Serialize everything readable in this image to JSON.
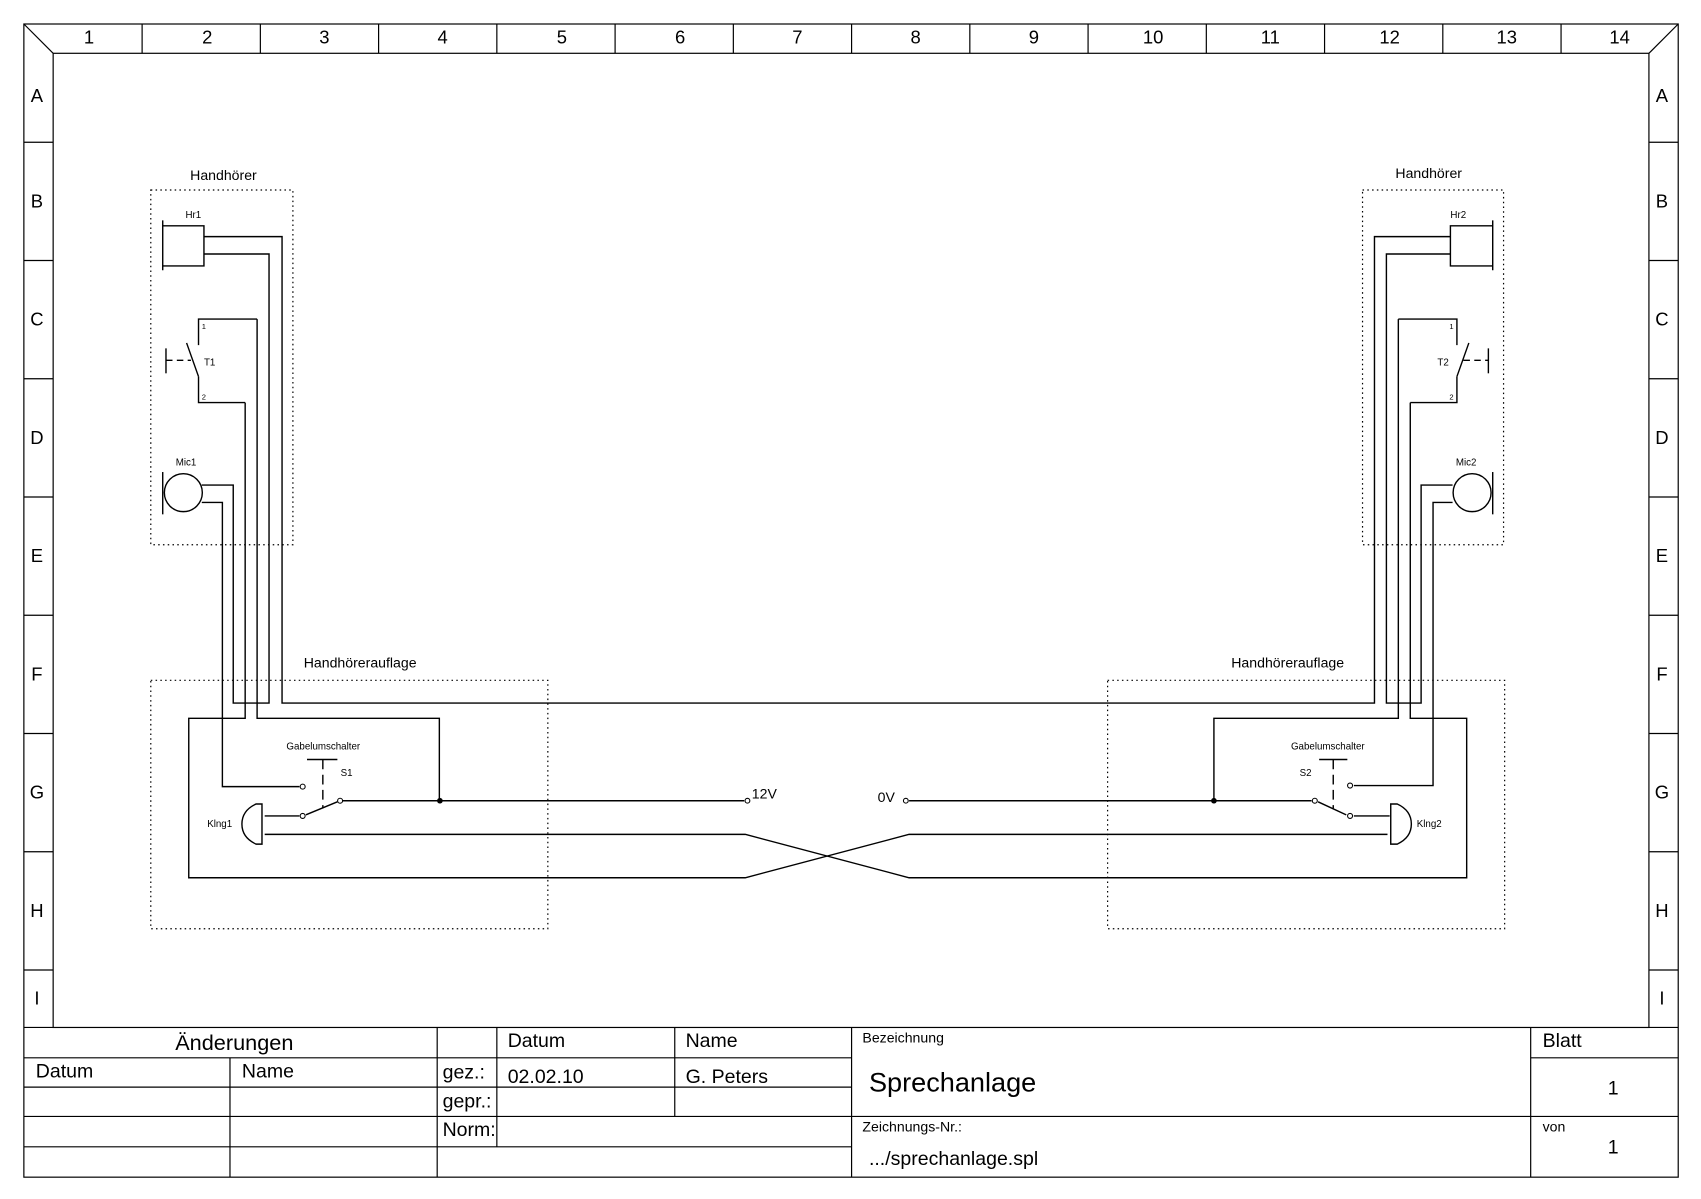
{
  "frame": {
    "columns": [
      "1",
      "2",
      "3",
      "4",
      "5",
      "6",
      "7",
      "8",
      "9",
      "10",
      "11",
      "12",
      "13",
      "14"
    ],
    "rows": [
      "A",
      "B",
      "C",
      "D",
      "E",
      "F",
      "G",
      "H",
      "I"
    ]
  },
  "schematic": {
    "left_handset": {
      "group_label": "Handhörer",
      "receiver": "Hr1",
      "button": "T1",
      "pin1": "1",
      "pin2": "2",
      "microphone": "Mic1"
    },
    "right_handset": {
      "group_label": "Handhörer",
      "receiver": "Hr2",
      "button": "T2",
      "pin1": "1",
      "pin2": "2",
      "microphone": "Mic2"
    },
    "left_cradle": {
      "group_label": "Handhörerauflage",
      "switch_label": "Gabelumschalter",
      "switch": "S1",
      "bell": "Klng1"
    },
    "right_cradle": {
      "group_label": "Handhörerauflage",
      "switch_label": "Gabelumschalter",
      "switch": "S2",
      "bell": "Klng2"
    },
    "supply_positive": "12V",
    "supply_ground": "0V"
  },
  "title_block": {
    "changes_header": "Änderungen",
    "changes_date": "Datum",
    "changes_name": "Name",
    "date_header": "Datum",
    "name_header": "Name",
    "drawn_label": "gez.:",
    "checked_label": "gepr.:",
    "norm_label": "Norm:",
    "drawn_date": "02.02.10",
    "drawn_name": "G. Peters",
    "designation_label": "Bezeichnung",
    "designation": "Sprechanlage",
    "drawing_no_label": "Zeichnungs-Nr.:",
    "drawing_no": ".../sprechanlage.spl",
    "sheet_label": "Blatt",
    "sheet": "1",
    "of_label": "von",
    "of": "1"
  }
}
